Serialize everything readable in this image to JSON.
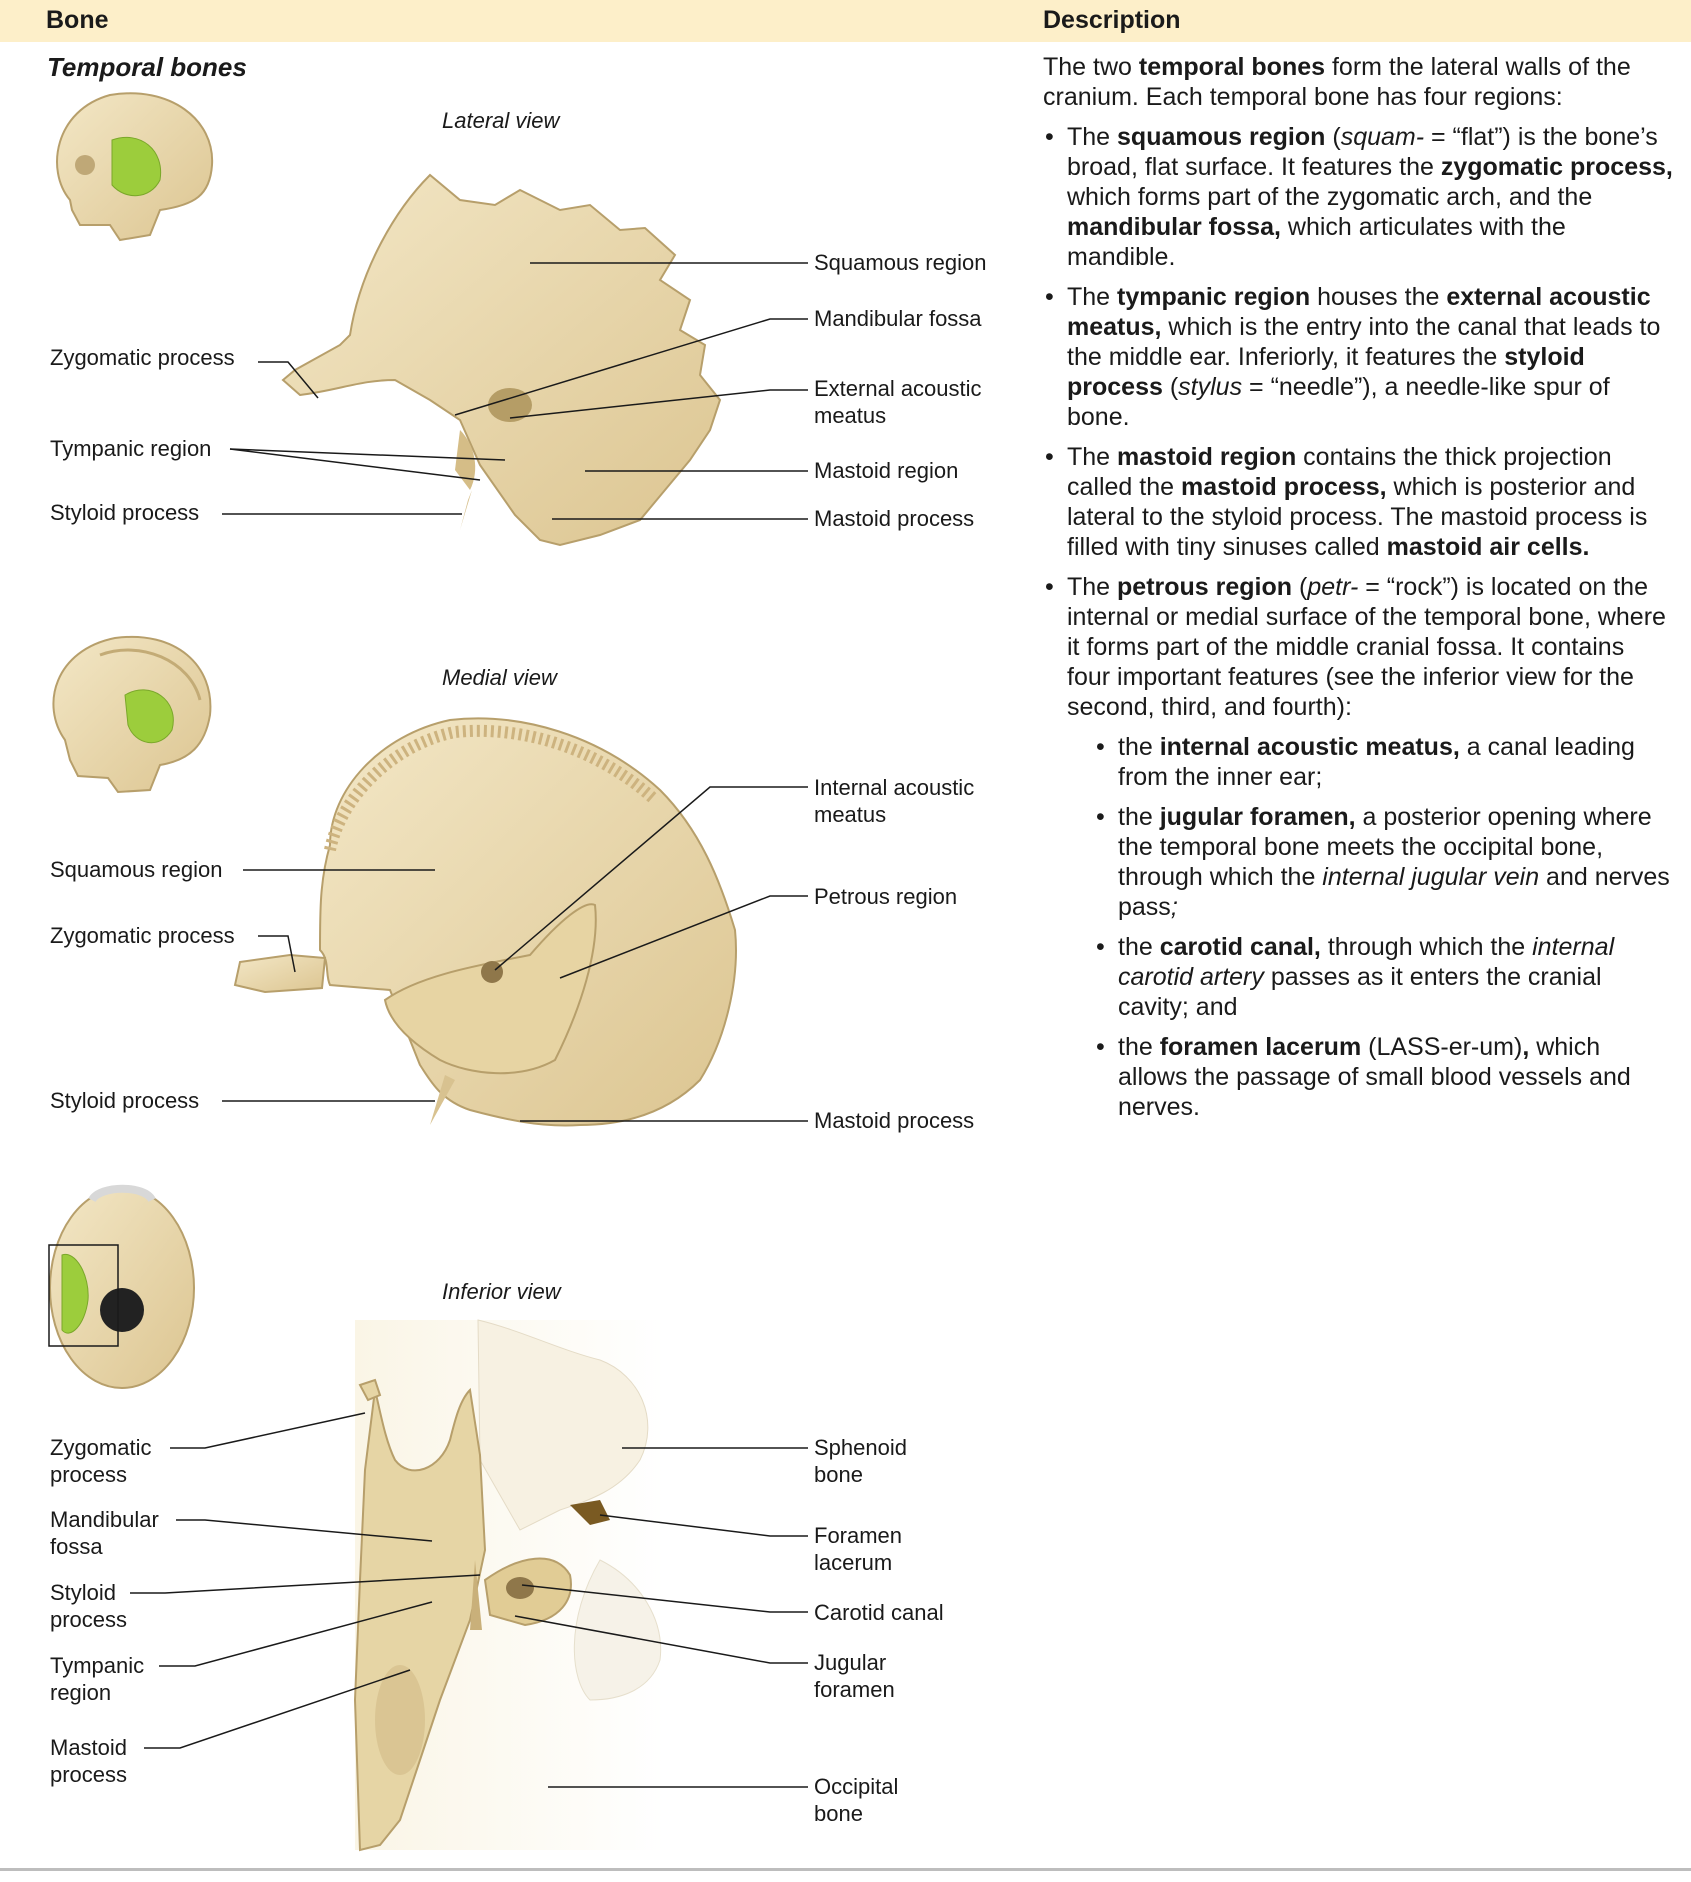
{
  "header": {
    "bone": "Bone",
    "description": "Description"
  },
  "section_title": "Temporal bones",
  "views": {
    "lateral": {
      "title": "Lateral view",
      "labels": [
        "Zygomatic process",
        "Tympanic region",
        "Styloid process",
        "Squamous region",
        "Mandibular fossa",
        "External acoustic meatus",
        "Mastoid region",
        "Mastoid process"
      ]
    },
    "medial": {
      "title": "Medial view",
      "labels": [
        "Squamous region",
        "Zygomatic process",
        "Styloid process",
        "Internal acoustic meatus",
        "Petrous region",
        "Mastoid process"
      ]
    },
    "inferior": {
      "title": "Inferior view",
      "labels": [
        "Zygomatic process",
        "Mandibular fossa",
        "Styloid process",
        "Tympanic region",
        "Mastoid process",
        "Sphenoid bone",
        "Foramen lacerum",
        "Carotid canal",
        "Jugular foramen",
        "Occipital bone"
      ]
    }
  },
  "description": {
    "intro": [
      {
        "t": "The two "
      },
      {
        "t": "temporal bones",
        "b": true
      },
      {
        "t": " form the lateral walls of the cranium. Each temporal bone has four regions:"
      }
    ],
    "regions": [
      [
        {
          "t": "The "
        },
        {
          "t": "squamous region",
          "b": true
        },
        {
          "t": " ("
        },
        {
          "t": "squam-",
          "i": true
        },
        {
          "t": " = “flat”) is the bone’s broad, flat surface. It features the "
        },
        {
          "t": "zygomatic process,",
          "b": true
        },
        {
          "t": " which forms part of the zygomatic arch, and the "
        },
        {
          "t": "mandibular fossa,",
          "b": true
        },
        {
          "t": " which articulates with the mandible."
        }
      ],
      [
        {
          "t": "The "
        },
        {
          "t": "tympanic region",
          "b": true
        },
        {
          "t": " houses the "
        },
        {
          "t": "external acoustic meatus,",
          "b": true
        },
        {
          "t": " which is the entry into the canal that leads to the middle ear. Inferiorly, it features the "
        },
        {
          "t": "styloid process",
          "b": true
        },
        {
          "t": " ("
        },
        {
          "t": "stylus",
          "i": true
        },
        {
          "t": " = “needle”), a needle-like spur of bone."
        }
      ],
      [
        {
          "t": "The "
        },
        {
          "t": "mastoid region",
          "b": true
        },
        {
          "t": " contains the thick projection called the "
        },
        {
          "t": "mastoid process,",
          "b": true
        },
        {
          "t": " which is posterior and lateral to the styloid process. The mastoid process is filled with tiny sinuses called "
        },
        {
          "t": "mastoid air cells.",
          "b": true
        }
      ],
      [
        {
          "t": "The "
        },
        {
          "t": "petrous region",
          "b": true
        },
        {
          "t": " ("
        },
        {
          "t": "petr-",
          "i": true
        },
        {
          "t": " = “rock”) is located on the internal or medial surface of the temporal bone, where it forms part of the middle cranial fossa. It contains four important features (see the inferior view for the second, third, and fourth):"
        }
      ]
    ],
    "petrous_features": [
      [
        {
          "t": "the "
        },
        {
          "t": "internal acoustic meatus,",
          "b": true
        },
        {
          "t": " a canal leading from the inner ear;"
        }
      ],
      [
        {
          "t": "the "
        },
        {
          "t": "jugular foramen,",
          "b": true
        },
        {
          "t": " a posterior opening where the temporal bone meets the occipital bone, through which the "
        },
        {
          "t": "internal jugular vein",
          "i": true
        },
        {
          "t": " and nerves pass"
        },
        {
          "t": ";",
          "i": true
        }
      ],
      [
        {
          "t": "the "
        },
        {
          "t": "carotid canal,",
          "b": true
        },
        {
          "t": " through which the "
        },
        {
          "t": "internal carotid artery",
          "i": true
        },
        {
          "t": " passes as it enters the cranial cavity; and"
        }
      ],
      [
        {
          "t": "the "
        },
        {
          "t": "foramen lacerum",
          "b": true
        },
        {
          "t": " (LASS-er-um)"
        },
        {
          "t": ",",
          "b": true
        },
        {
          "t": " which allows the passage of small blood vessels and nerves."
        }
      ]
    ]
  },
  "colors": {
    "header_bg": "#fdefc9",
    "bone": "#ead9ad",
    "highlight": "#9ccd3c",
    "leader": "#1a1a1a"
  }
}
